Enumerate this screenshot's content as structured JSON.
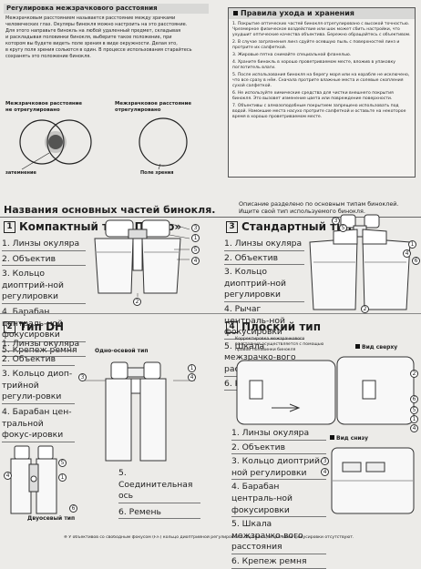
{
  "ipd": {
    "title": "Регулировка межзрачкового расстояния",
    "body": [
      "Межзрачковым расстоянием называется расстояние между зрачками",
      "человеческих глаз. Окуляры бинокля можно настроить на это расстояние.",
      "Для этого направьте бинокль на любой удаленный предмет, складывая",
      "и раскладывая половинки бинокля, выберите такое положение, при",
      "котором вы будете видеть поле зрения в виде окружности. Делая это,",
      "в кругу поля зрения сольются в один. В процессе использования старайтесь",
      "сохранять это положение бинокля."
    ],
    "label_wrong": "Межзрачковое расстояние\nне отрегулировано",
    "label_right": "Межзрачковое расстояние\nотрегулировано",
    "label_dark": "затемнение",
    "label_field": "Поле зрения"
  },
  "care": {
    "title": "Правила ухода и хранения",
    "items": [
      "1. Покрытие оптических частей бинокля отрегулировано с высокой точностью. Чрезмерное физическое воздействие или шок может сбить настройки, что ухудшит оптические качества объектива. Бережно обращайтесь с объективом.",
      "2. В случае загрязнения линз сдуйте осевшую пыль с поверхностей линз и протрите их салфеткой.",
      "3. Жировые пятна снимайте специальной фланелью.",
      "4. Храните бинокль в хорошо проветриваемом месте, вложив в упаковку поглотитель влаги.",
      "5. После использования бинокля на берегу моря или на корабле не исключено, что все сразу в нём. Сначала протрите влажные места и солевые скопления сухой салфеткой.",
      "6. Не используйте химические средства для чистки внешнего покрытия бинокля. Это вызовет изменение цвета или повреждение поверхности.",
      "7. Объективы с алмазоподобным покрытием запрещено использовать под водой. Намокшие места насухо протрите салфеткой и оставьте на некоторое время в хорошо проветриваемом месте."
    ]
  },
  "main_title": "Названия основных частей бинокля.",
  "main_note": "Описание разделено по основным типам биноклей.\nИщите свой тип используемого бинокля.",
  "porro": {
    "num": "1",
    "title": "Компактный тип «Порро»",
    "items": [
      "1. Линзы окуляра",
      "2. Объектив",
      "3. Кольцо диоптрий-ной регулировки",
      "4. Барабан централь-ной фокусировки",
      "5. Крепеж ремня"
    ]
  },
  "standard": {
    "num": "3",
    "title": "Стандартный тип",
    "items": [
      "1. Линзы окуляра",
      "2. Объектив",
      "3. Кольцо диоптрий-ной регулировки",
      "4. Рычаг централь-ной фокусировки",
      "5. Шкала межзрачко-вого расстояния",
      "6. Крепеж ремня"
    ]
  },
  "dh": {
    "num": "2",
    "title": "Тип DH",
    "items": [
      "1. Линзы окуляра",
      "2. Объектив",
      "3. Кольцо диоп-трийной регули-ровки",
      "4. Барабан цен-тральной фокус-ировки"
    ],
    "label_single": "Одно-осевой тип",
    "label_dual": "Двуосевый тип",
    "items2": [
      "5. Соединительная ось",
      "6. Ремень"
    ]
  },
  "flat": {
    "num": "4",
    "title": "Плоский тип",
    "note": "Корректировка межзрачкового расстояния осуществляется с помощью правой половинки бинокля",
    "label_top": "Вид сверху",
    "label_bottom": "Вид снизу",
    "items": [
      "1. Линзы окуляра",
      "2. Объектив",
      "3. Кольцо диоптрий-ной регулировки",
      "4. Барабан централь-ной фокусировки",
      "5. Шкала межзрачко-вого расстояния",
      "6. Крепеж ремня"
    ]
  },
  "footnote": "※ У объективов со свободным фокусом (F.F.) кольцо диоптрийной регулировки и барабан центральной фокусировки отсутствуют.",
  "callouts": [
    "1",
    "2",
    "3",
    "4",
    "5",
    "6"
  ]
}
